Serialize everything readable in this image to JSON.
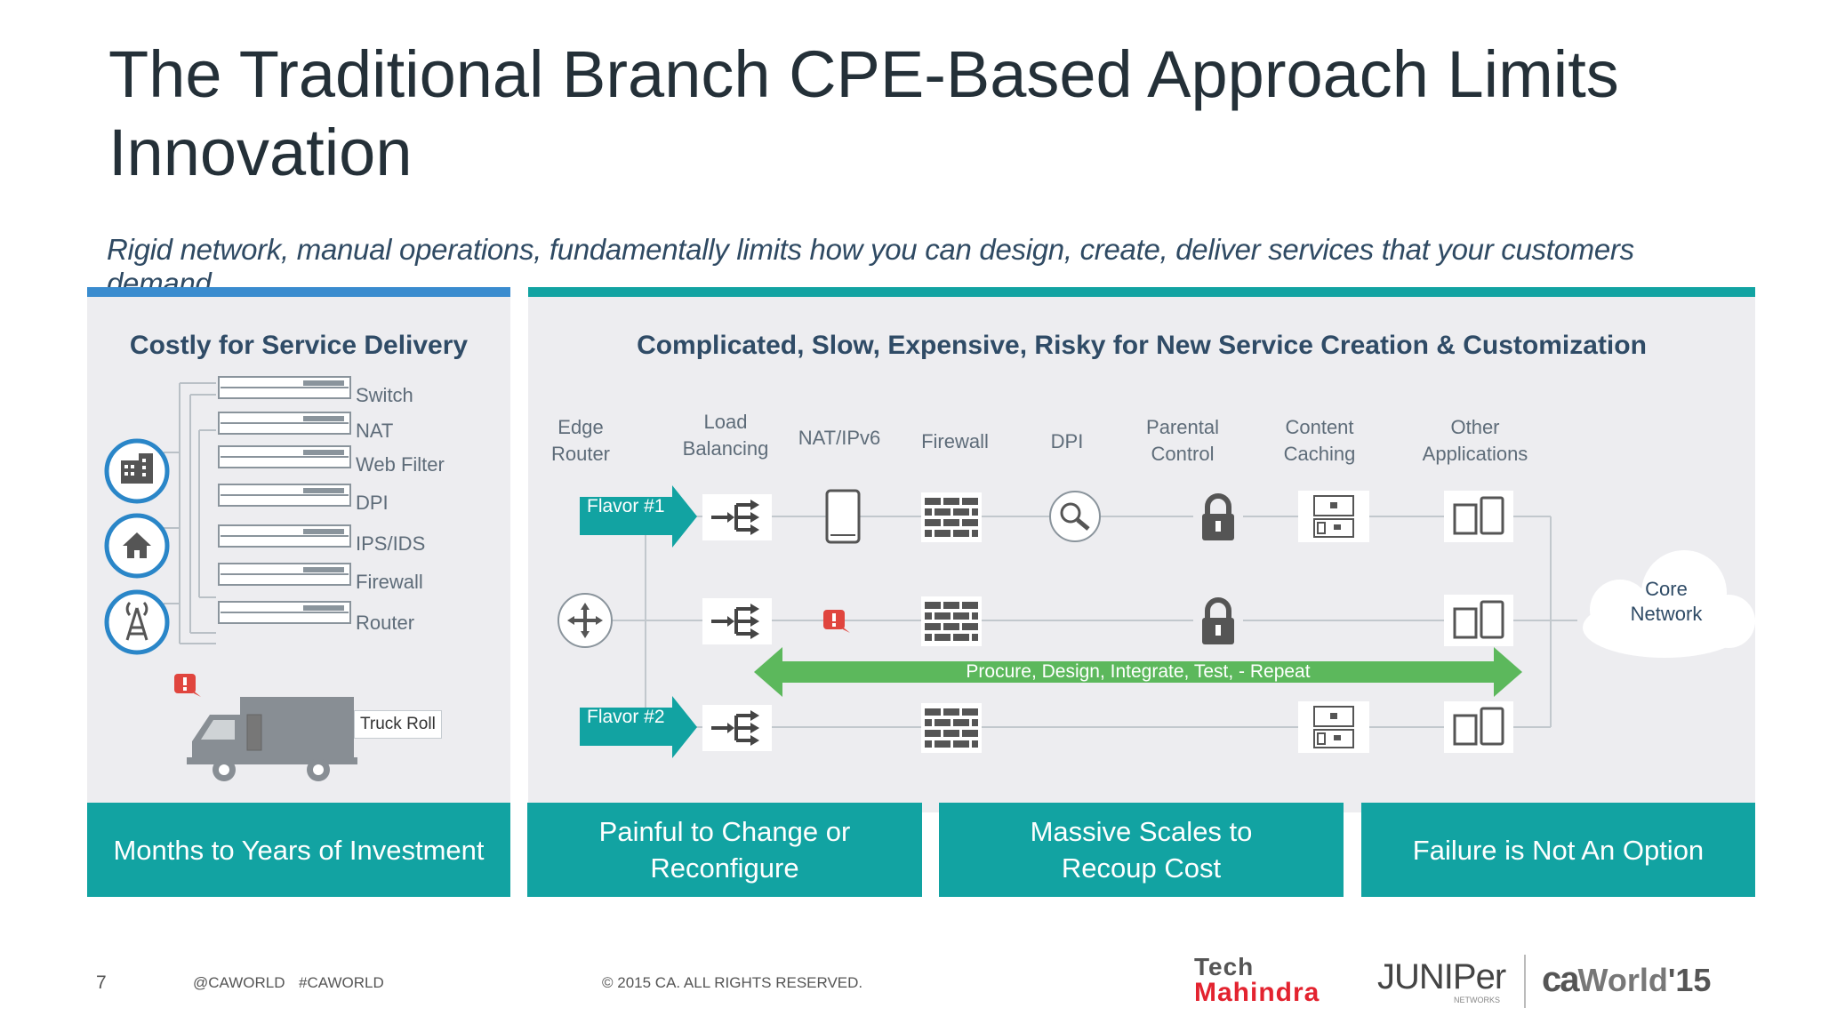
{
  "slide": {
    "title": "The Traditional Branch CPE-Based Approach Limits Innovation",
    "subtitle": "Rigid network, manual operations, fundamentally limits how you can design, create, deliver services that your customers demand"
  },
  "left_panel": {
    "heading": "Costly for Service Delivery",
    "devices": [
      "Switch",
      "NAT",
      "Web Filter",
      "DPI",
      "IPS/IDS",
      "Firewall",
      "Router"
    ],
    "icons": [
      "building-icon",
      "house-icon",
      "cell-tower-icon"
    ],
    "truck_label": "Truck Roll"
  },
  "right_panel": {
    "heading": "Complicated, Slow, Expensive, Risky for New Service Creation & Customization",
    "columns": [
      {
        "line1": "Edge",
        "line2": "Router"
      },
      {
        "line1": "Load",
        "line2": "Balancing"
      },
      {
        "line1": "NAT/IPv6",
        "line2": ""
      },
      {
        "line1": "Firewall",
        "line2": ""
      },
      {
        "line1": "DPI",
        "line2": ""
      },
      {
        "line1": "Parental",
        "line2": "Control"
      },
      {
        "line1": "Content",
        "line2": "Caching"
      },
      {
        "line1": "Other",
        "line2": "Applications"
      }
    ],
    "flavor1": "Flavor #1",
    "flavor2": "Flavor #2",
    "cycle": "Procure, Design, Integrate, Test, - Repeat",
    "core_line1": "Core",
    "core_line2": "Network"
  },
  "bottom_bars": [
    {
      "line1": "Months to Years of Investment",
      "line2": ""
    },
    {
      "line1": "Painful to Change or",
      "line2": "Reconfigure"
    },
    {
      "line1": "Massive Scales to",
      "line2": "Recoup Cost"
    },
    {
      "line1": "Failure is Not An Option",
      "line2": ""
    }
  ],
  "footer": {
    "page_number": "7",
    "handle": "@CAWORLD",
    "hashtag": "#CAWORLD",
    "copyright": "© 2015 CA. ALL RIGHTS RESERVED.",
    "logo_tech": "Tech",
    "logo_mahindra": "Mahindra",
    "logo_juniper": "JUNIPer",
    "logo_juniper_sub": "NETWORKS",
    "logo_ca": "ca",
    "logo_world": "World",
    "logo_year": "'15"
  },
  "colors": {
    "teal": "#12a3a2",
    "blue": "#3a8ccf",
    "green": "#5cb85c",
    "alert_red": "#e0453e",
    "panel_bg": "#ededf0"
  }
}
